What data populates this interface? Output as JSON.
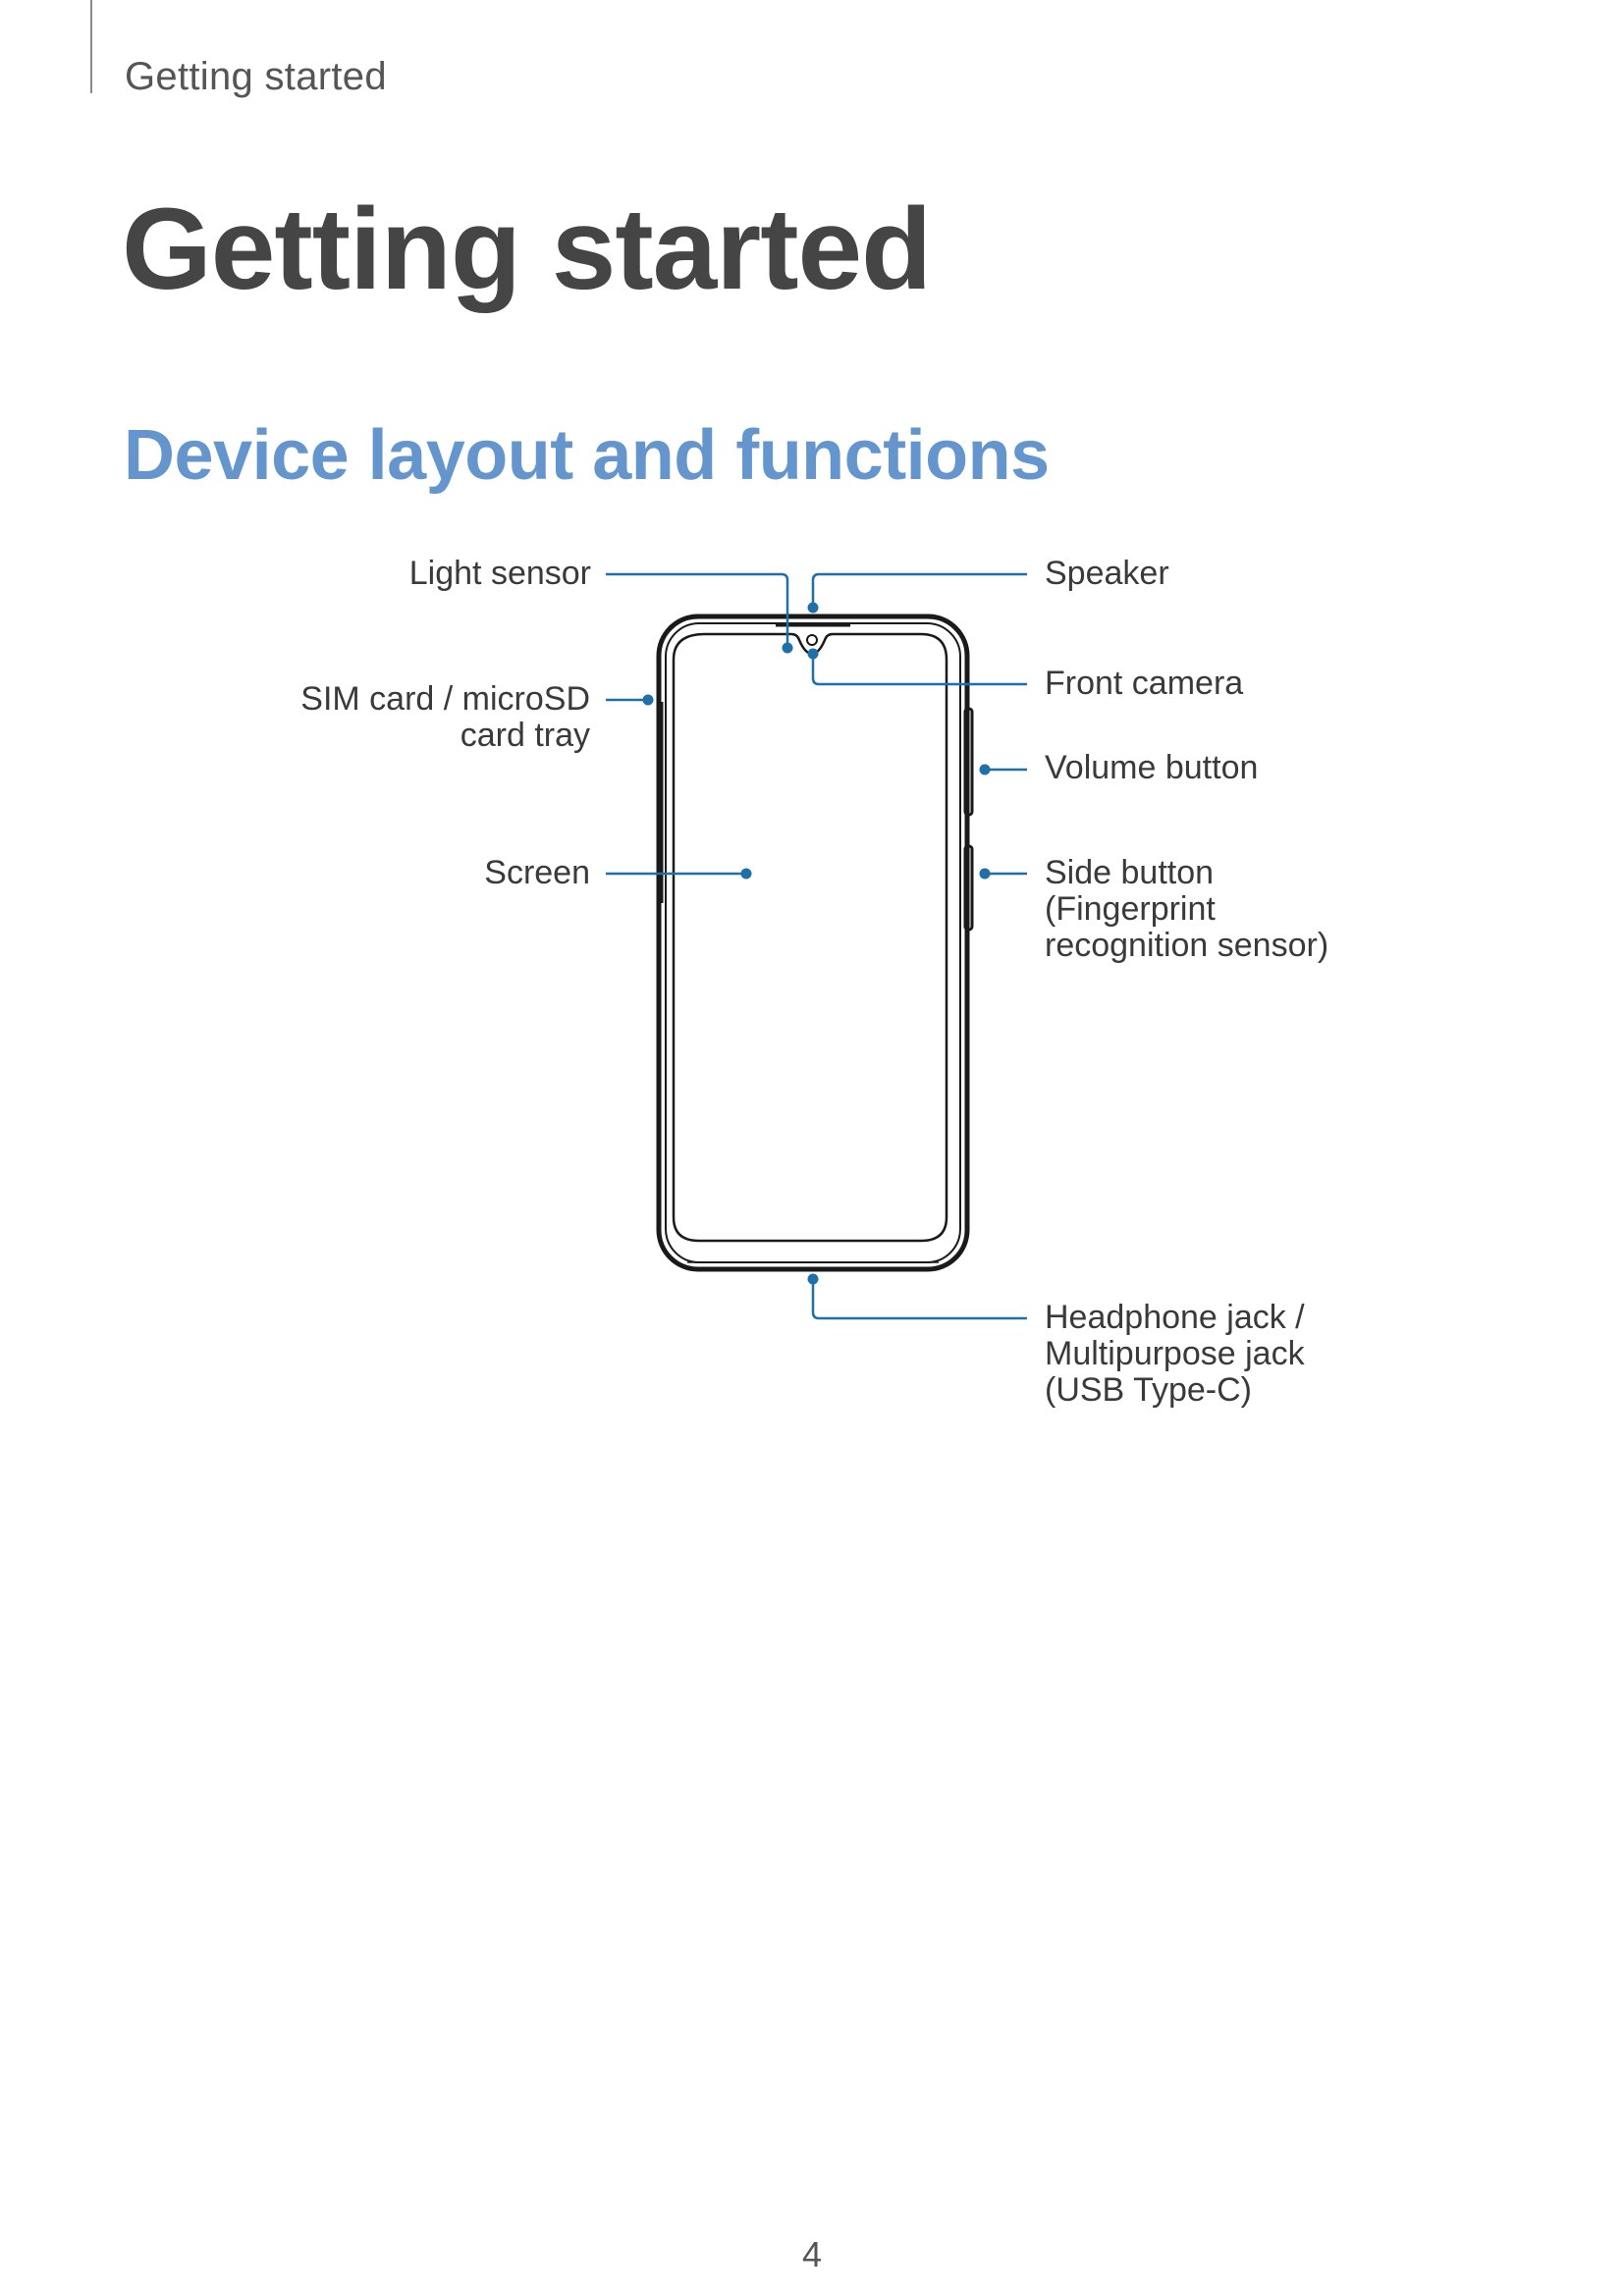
{
  "header": {
    "section_label": "Getting started"
  },
  "page_title": "Getting started",
  "section_title": "Device layout and functions",
  "callouts": {
    "light_sensor": "Light sensor",
    "sim_tray_line1": "SIM card / microSD",
    "sim_tray_line2": "card tray",
    "screen": "Screen",
    "speaker": "Speaker",
    "front_camera": "Front camera",
    "volume_button": "Volume button",
    "side_button_line1": "Side button",
    "side_button_line2": "(Fingerprint",
    "side_button_line3": "recognition sensor)",
    "headphone_line1": "Headphone jack /",
    "headphone_line2": "Multipurpose jack",
    "headphone_line3": "(USB Type-C)"
  },
  "colors": {
    "callout_line": "#1f6fa8",
    "section_title": "#6496cd",
    "device_outline": "#1a1a1a"
  },
  "footer": {
    "page_number": "4"
  }
}
